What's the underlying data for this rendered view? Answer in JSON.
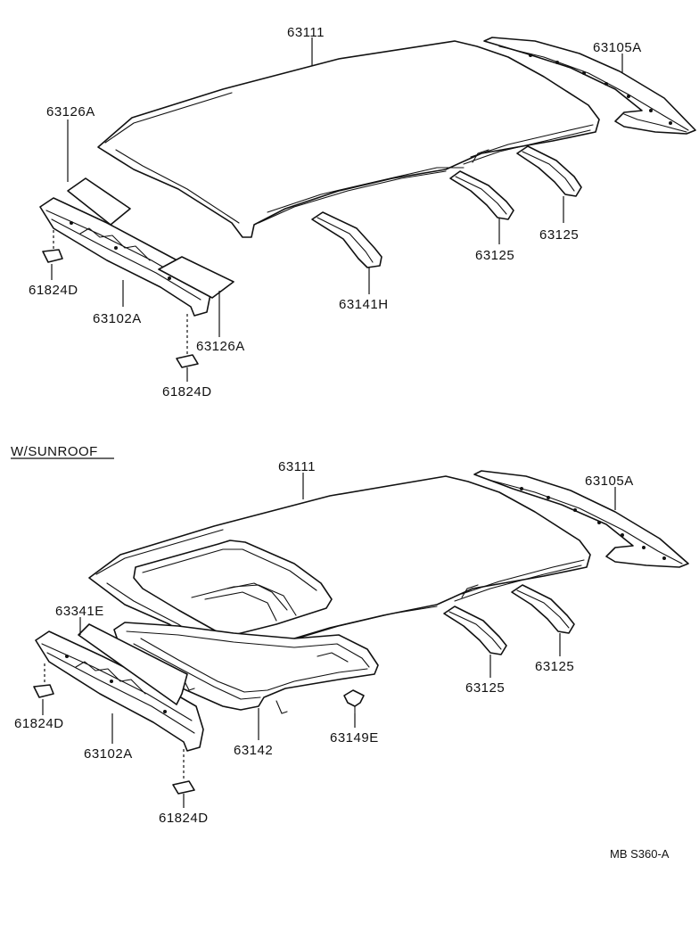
{
  "section_title": "W/SUNROOF",
  "diagram_code": "MB S360-A",
  "top": {
    "roof_panel": "63111",
    "side_rail": "63105A",
    "front_pad_left": "63126A",
    "front_pad_right": "63126A",
    "front_header": "63102A",
    "plug_left": "61824D",
    "plug_bottom": "61824D",
    "roof_bow_front": "63141H",
    "roof_bow_middle": "63125",
    "roof_bow_rear": "63125"
  },
  "bottom": {
    "roof_panel": "63111",
    "side_rail": "63105A",
    "front_pad": "63341E",
    "front_header": "63102A",
    "plug_left": "61824D",
    "plug_bottom": "61824D",
    "sunroof_reinforcement": "63142",
    "clip": "63149E",
    "roof_bow_middle": "63125",
    "roof_bow_rear": "63125"
  }
}
